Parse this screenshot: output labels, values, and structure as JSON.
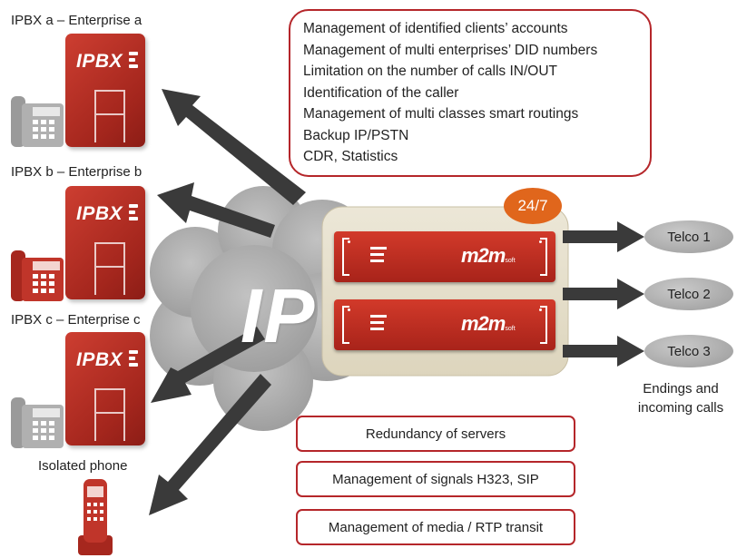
{
  "enterprises": [
    {
      "label": "IPBX a – Enterprise a",
      "device": "IPBX"
    },
    {
      "label": "IPBX b – Enterprise b",
      "device": "IPBX"
    },
    {
      "label": "IPBX c – Enterprise c",
      "device": "IPBX"
    }
  ],
  "isolated_phone": {
    "label": "Isolated phone"
  },
  "cloud": {
    "label": "IP"
  },
  "availability_badge": "24/7",
  "server_logo": {
    "brand": "m2m",
    "sub": "soft"
  },
  "features": [
    "Management of identified clients’ accounts",
    "Management of multi enterprises’ DID numbers",
    "Limitation on the number of calls IN/OUT",
    "Identification of the caller",
    "Management of multi classes smart routings",
    "Backup IP/PSTN",
    "CDR, Statistics"
  ],
  "bottom_features": [
    "Redundancy of servers",
    "Management of signals H323, SIP",
    "Management of media / RTP transit"
  ],
  "telcos": [
    "Telco 1",
    "Telco 2",
    "Telco 3"
  ],
  "endings_label": [
    "Endings and",
    "incoming calls"
  ],
  "colors": {
    "brand_red": "#b5262a",
    "device_red": "#c0352a",
    "badge_orange": "#e0661c",
    "arrow_dark": "#3a3a3a",
    "cloud_gray": "#a9a9a9",
    "server_panel": "#e7e1cf"
  },
  "icons": [
    "desk-phone-icon",
    "mobile-phone-icon",
    "ipbx-cabinet-icon",
    "server-rack-icon",
    "cloud-icon",
    "arrow-icon"
  ]
}
